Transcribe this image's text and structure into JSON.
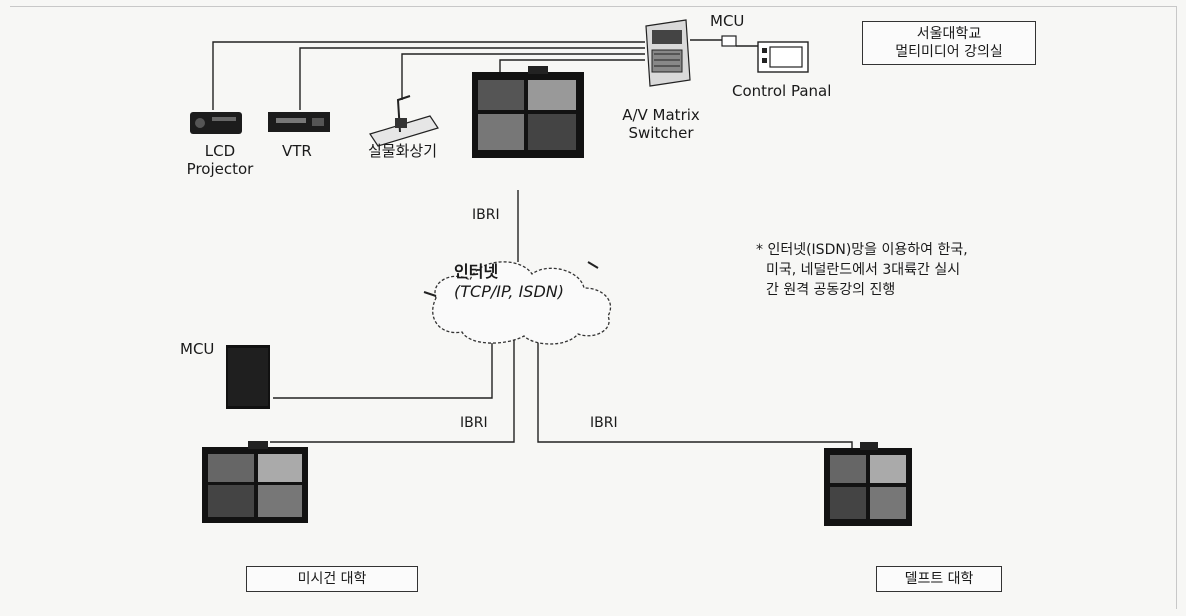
{
  "site_box": {
    "line1": "서울대학교",
    "line2": "멀티미디어 강의실"
  },
  "devices": {
    "lcd": {
      "line1": "LCD",
      "line2": "Projector"
    },
    "vtr": "VTR",
    "visualizer": "실물화상기",
    "switcher": {
      "line1": "A/V Matrix",
      "line2": "Switcher"
    },
    "mcu_top": "MCU",
    "control_panel": "Control Panal",
    "mcu_left": "MCU"
  },
  "network": {
    "line1": "인터넷",
    "line2": "(TCP/IP, ISDN)",
    "link_top": "IBRI",
    "link_left": "IBRI",
    "link_right": "IBRI"
  },
  "note": {
    "bullet": "*",
    "line1": "인터넷(ISDN)망을 이용하여 한국,",
    "line2": "미국, 네덜란드에서 3대륙간 실시",
    "line3": "간 원격 공동강의 진행"
  },
  "sites": {
    "michigan": "미시건 대학",
    "delft": "델프트 대학"
  },
  "icons": {
    "lcd": "lcd-projector-icon",
    "vtr": "vtr-icon",
    "visualizer": "document-camera-icon",
    "switcher": "matrix-switcher-icon",
    "mcu": "mcu-box-icon",
    "control": "control-panel-icon",
    "conference": "video-conference-unit-icon",
    "cloud": "internet-cloud-icon"
  }
}
